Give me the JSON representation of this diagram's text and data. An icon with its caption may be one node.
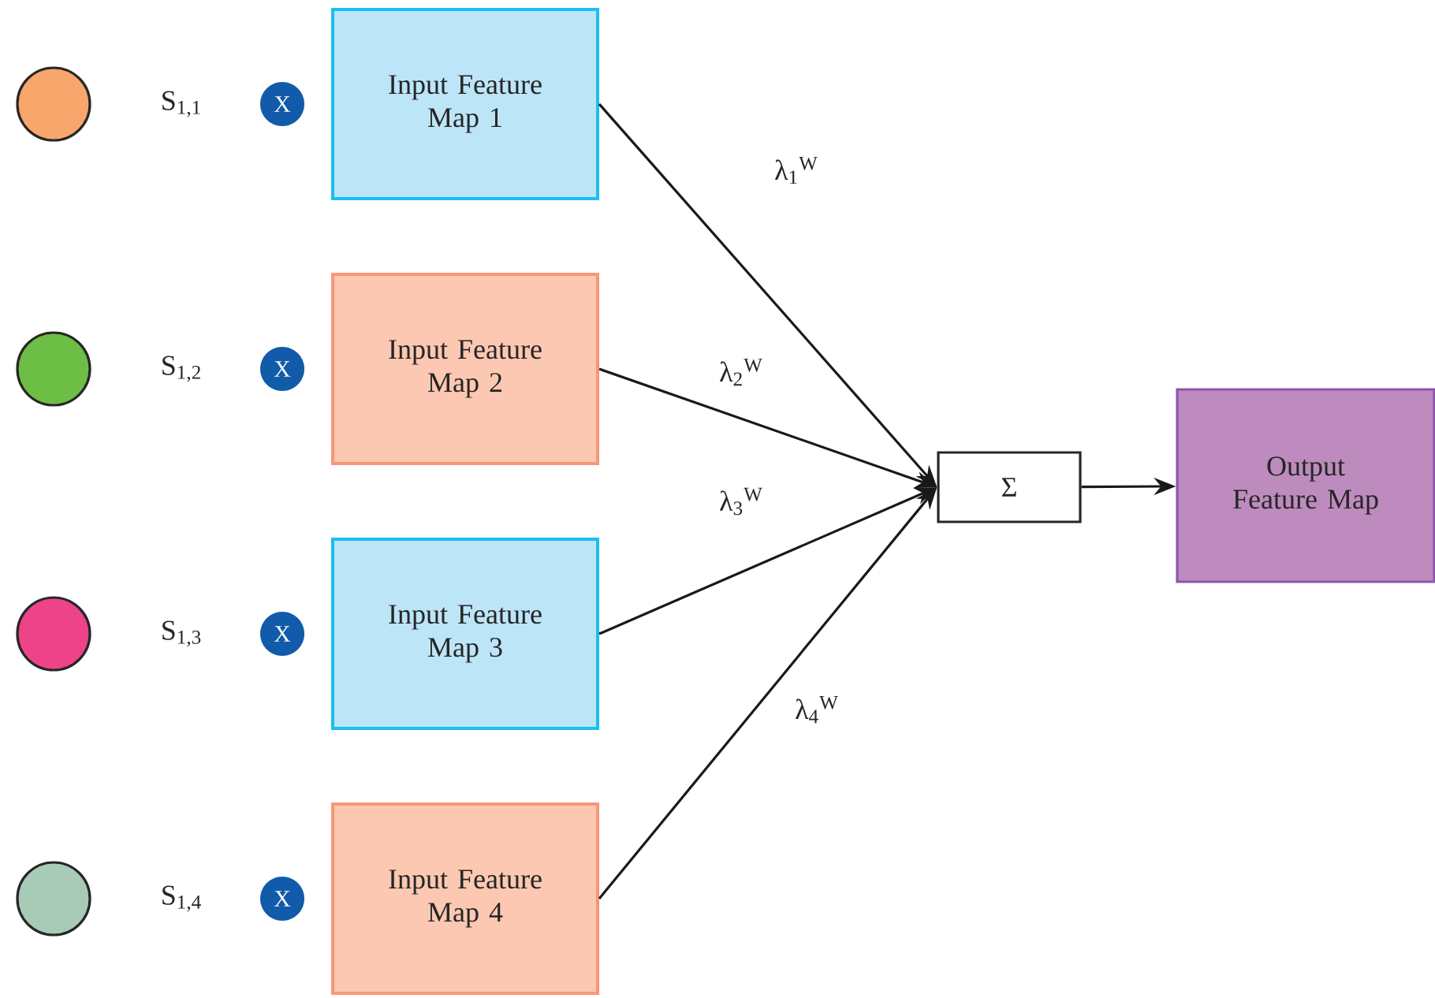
{
  "diagram": {
    "nodes": [
      {
        "text": [],
        "shape": "circle"
      },
      {
        "text": [
          "X"
        ]
      },
      {
        "text": [
          "Input Feature Map 1"
        ]
      },
      {
        "text": [],
        "shape": "circle"
      },
      {
        "text": [
          "X"
        ]
      },
      {
        "text": [
          "Input Feature Map 2"
        ]
      },
      {
        "text": [],
        "shape": "circle"
      },
      {
        "text": [
          "X"
        ]
      },
      {
        "text": [
          "Input Feature Map 3"
        ]
      },
      {
        "text": [],
        "shape": "circle"
      },
      {
        "text": [
          "X"
        ]
      },
      {
        "text": [
          "Input Feature Map 4"
        ]
      },
      {
        "text": [
          "Σ"
        ]
      },
      {
        "text": [
          "Output Feature Map"
        ]
      }
    ],
    "edges": [
      {
        "from": 2,
        "to": 12,
        "arrow": "to",
        "label": "λ$_{1}$$^{W}$"
      },
      {
        "from": 5,
        "to": 12,
        "arrow": "to",
        "label": "λ$_{2}$$^{W}$"
      },
      {
        "from": 8,
        "to": 12,
        "arrow": "to",
        "label": "λ$_{3}$$^{W}$"
      },
      {
        "from": 11,
        "to": 12,
        "arrow": "to",
        "label": "λ$_{4}$$^{W}$"
      },
      {
        "from": 12,
        "to": 13,
        "arrow": "to"
      }
    ],
    "labels": [
      "S$_{1,1}$",
      "S$_{1,2}$",
      "S$_{1,3}$",
      "S$_{1,4}$"
    ]
  }
}
